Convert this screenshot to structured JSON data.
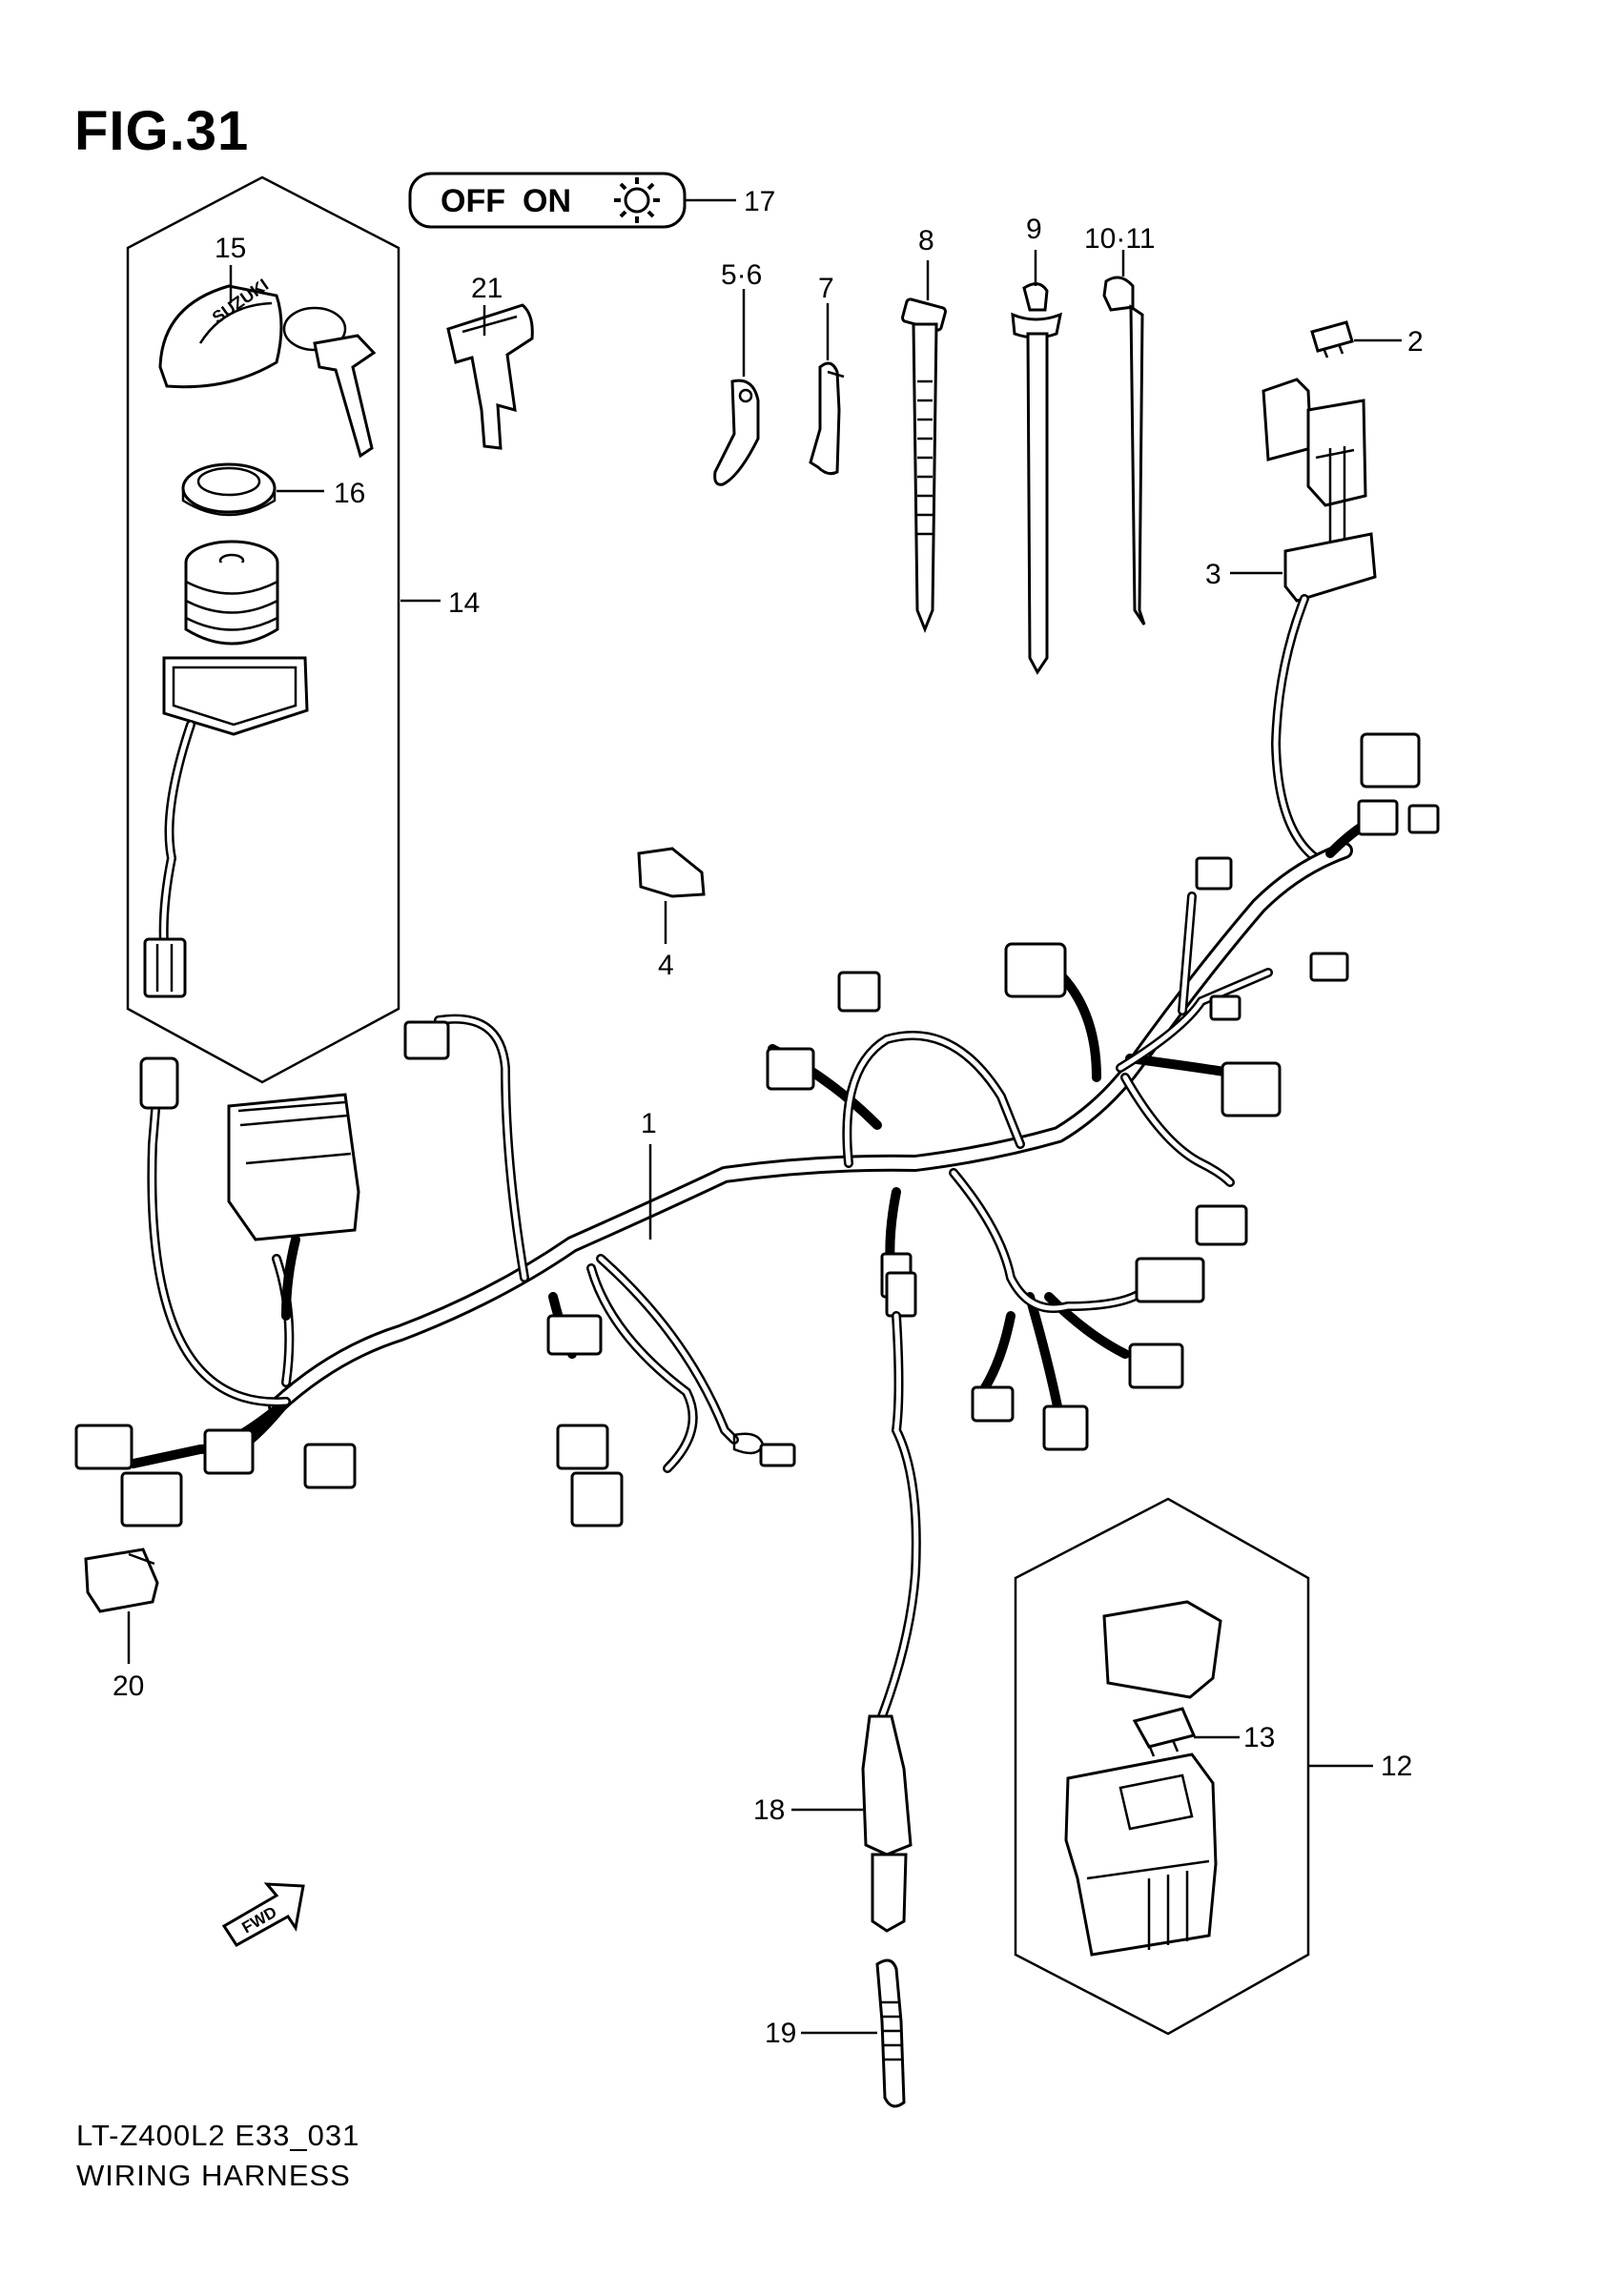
{
  "figure": {
    "title": "FIG.31",
    "model_code": "LT-Z400L2 E33_031",
    "caption": "WIRING HARNESS"
  },
  "switch_label": {
    "off": "OFF",
    "on": "ON",
    "icon": "light-icon"
  },
  "fwd_label": "FWD",
  "key_brand": "SUZUKI",
  "callouts": [
    {
      "id": "1",
      "label": "1"
    },
    {
      "id": "2",
      "label": "2"
    },
    {
      "id": "3",
      "label": "3"
    },
    {
      "id": "4",
      "label": "4"
    },
    {
      "id": "5-6",
      "label": "5·6"
    },
    {
      "id": "7",
      "label": "7"
    },
    {
      "id": "8",
      "label": "8"
    },
    {
      "id": "9",
      "label": "9"
    },
    {
      "id": "10-11",
      "label": "10·11"
    },
    {
      "id": "12",
      "label": "12"
    },
    {
      "id": "13",
      "label": "13"
    },
    {
      "id": "14",
      "label": "14"
    },
    {
      "id": "15",
      "label": "15"
    },
    {
      "id": "16",
      "label": "16"
    },
    {
      "id": "17",
      "label": "17"
    },
    {
      "id": "18",
      "label": "18"
    },
    {
      "id": "19",
      "label": "19"
    },
    {
      "id": "20",
      "label": "20"
    },
    {
      "id": "21",
      "label": "21"
    }
  ]
}
